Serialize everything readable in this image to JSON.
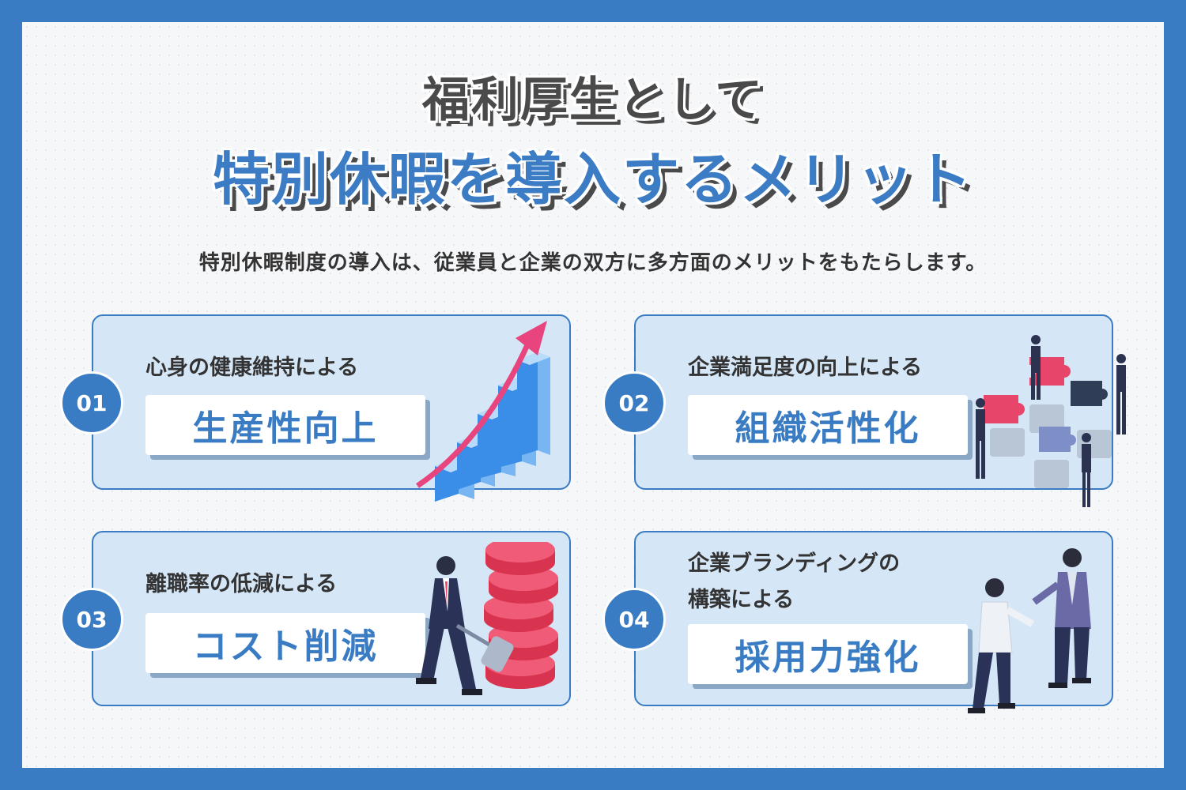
{
  "title_line1": "福利厚生として",
  "title_line2": "特別休暇を導入するメリット",
  "subtitle": "特別休暇制度の導入は、従業員と企業の双方に多方面のメリットをもたらします。",
  "colors": {
    "frame": "#3a7cc3",
    "card": "#d5e6f7",
    "accent_pink": "#e8456a",
    "title_dark": "#4a4a4a"
  },
  "cards": [
    {
      "number": "01",
      "sub": "心身の健康維持による",
      "main": "生産性向上",
      "icon": "rising-bar-chart-icon"
    },
    {
      "number": "02",
      "sub": "企業満足度の向上による",
      "main": "組織活性化",
      "icon": "puzzle-team-icon"
    },
    {
      "number": "03",
      "sub": "離職率の低減による",
      "main": "コスト削減",
      "icon": "coin-stack-hammer-icon"
    },
    {
      "number": "04",
      "sub_line1": "企業ブランディングの",
      "sub_line2": "構築による",
      "main": "採用力強化",
      "icon": "handshake-people-icon"
    }
  ]
}
